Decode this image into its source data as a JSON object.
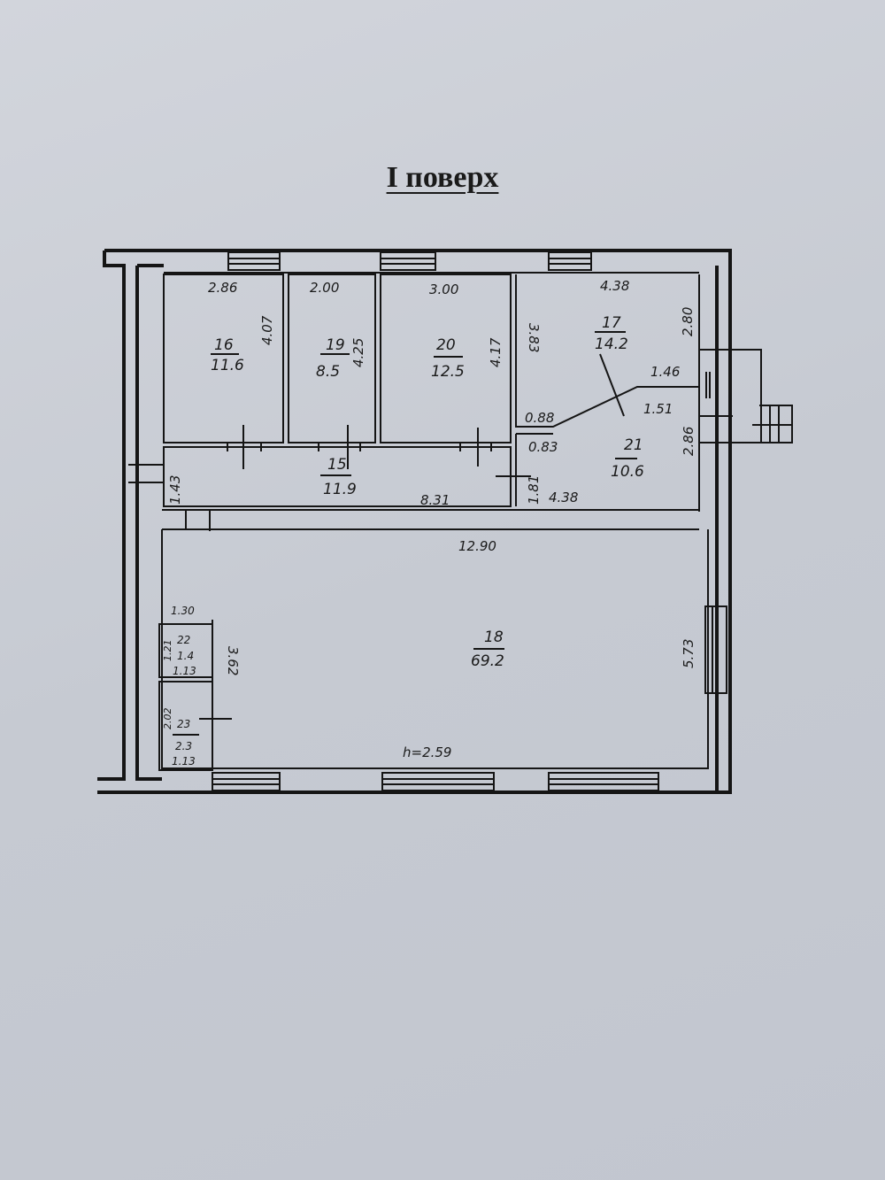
{
  "title": "I поверх",
  "rooms": [
    {
      "number": "16",
      "area": "11.6",
      "width": "2.86",
      "length": "4.07"
    },
    {
      "number": "19",
      "area": "8.5",
      "width": "2.00",
      "length": "4.25"
    },
    {
      "number": "20",
      "area": "12.5",
      "width": "3.00",
      "length": "4.17"
    },
    {
      "number": "17",
      "area": "14.2",
      "width": "4.38",
      "left": "3.83",
      "right": "2.80",
      "diag_a": "1.46",
      "diag_b": "0.88"
    },
    {
      "number": "15",
      "area": "11.9",
      "width": "8.31",
      "length": "1.43"
    },
    {
      "number": "21",
      "area": "10.6",
      "width": "4.38",
      "right": "2.86",
      "diag_a": "1.51",
      "diag_b": "0.83",
      "left": "1.81"
    },
    {
      "number": "18",
      "area": "69.2",
      "width": "12.90",
      "length": "5.73",
      "height": "h=2.59"
    },
    {
      "number": "22",
      "area": "1.4",
      "width": "1.30",
      "side": "1.21",
      "bottom": "1.13"
    },
    {
      "number": "23",
      "area": "2.3",
      "side": "2.02",
      "bottom": "1.13",
      "length": "3.62"
    }
  ]
}
